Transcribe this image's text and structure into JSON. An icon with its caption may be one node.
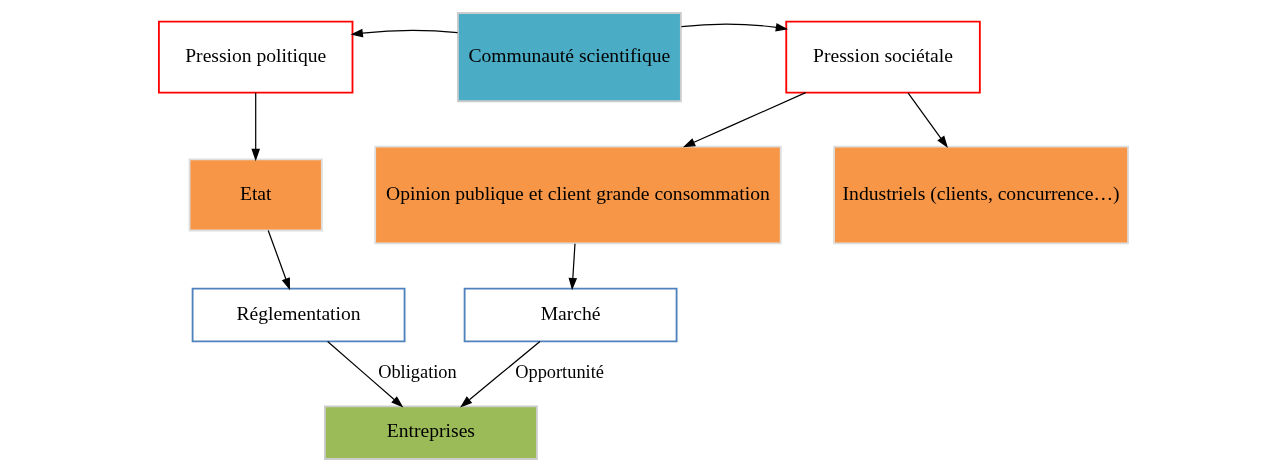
{
  "diagram": {
    "nodes": [
      {
        "text": [
          "Pression politique"
        ]
      },
      {
        "text": [
          "Communauté scientifique"
        ]
      },
      {
        "text": [
          "Pression sociétale"
        ]
      },
      {
        "text": [
          "Etat"
        ]
      },
      {
        "text": [
          "Opinion publique et client grande consommation"
        ]
      },
      {
        "text": [
          "Industriels (clients, concurrence…)"
        ]
      },
      {
        "text": [
          "Réglementation"
        ]
      },
      {
        "text": [
          "Marché"
        ]
      },
      {
        "text": [
          "Entreprises"
        ]
      }
    ],
    "edges": [
      {
        "from": 1,
        "to": 0,
        "arrow": "to"
      },
      {
        "from": 1,
        "to": 2,
        "arrow": "to"
      },
      {
        "from": 0,
        "to": 3,
        "arrow": "to"
      },
      {
        "from": 2,
        "to": 4,
        "arrow": "to"
      },
      {
        "from": 2,
        "to": 5,
        "arrow": "to"
      },
      {
        "from": 3,
        "to": 6,
        "arrow": "to"
      },
      {
        "from": 4,
        "to": 7,
        "arrow": "to"
      },
      {
        "from": 6,
        "to": 8,
        "label": "Obligation",
        "arrow": "to"
      },
      {
        "from": 7,
        "to": 8,
        "label": "Opportunité",
        "arrow": "to"
      }
    ]
  }
}
